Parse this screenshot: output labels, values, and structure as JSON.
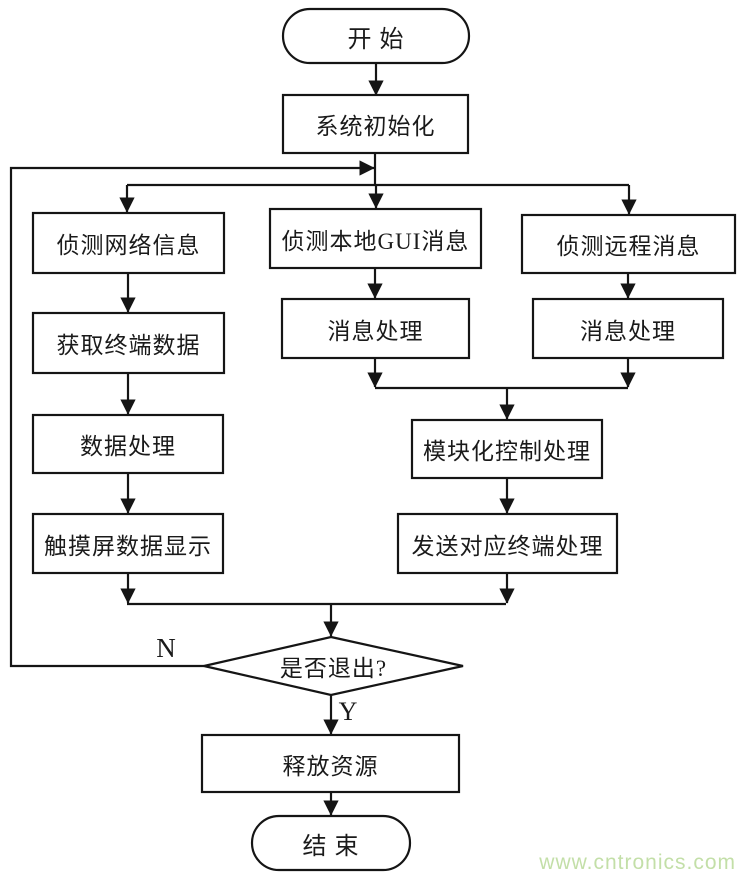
{
  "diagram": {
    "type": "flowchart",
    "colors": {
      "line": "#151515",
      "background": "#ffffff",
      "watermark_green": "#c3dfa8"
    },
    "nodes": {
      "start": {
        "shape": "terminator",
        "label": "开 始"
      },
      "init": {
        "shape": "process",
        "label": "系统初始化"
      },
      "detect_network": {
        "shape": "process",
        "label": "侦测网络信息"
      },
      "detect_gui": {
        "shape": "process",
        "label": "侦测本地GUI消息"
      },
      "detect_remote": {
        "shape": "process",
        "label": "侦测远程消息"
      },
      "get_terminal": {
        "shape": "process",
        "label": "获取终端数据"
      },
      "msg_proc_gui": {
        "shape": "process",
        "label": "消息处理"
      },
      "msg_proc_remote": {
        "shape": "process",
        "label": "消息处理"
      },
      "data_proc": {
        "shape": "process",
        "label": "数据处理"
      },
      "modular_ctrl": {
        "shape": "process",
        "label": "模块化控制处理"
      },
      "touch_display": {
        "shape": "process",
        "label": "触摸屏数据显示"
      },
      "send_terminal": {
        "shape": "process",
        "label": "发送对应终端处理"
      },
      "exit_decision": {
        "shape": "decision",
        "label": "是否退出?"
      },
      "release": {
        "shape": "process",
        "label": "释放资源"
      },
      "end": {
        "shape": "terminator",
        "label": "结 束"
      }
    },
    "edge_labels": {
      "no": "N",
      "yes": "Y"
    },
    "edges": [
      {
        "from": "start",
        "to": "init"
      },
      {
        "from": "init",
        "to": "detect_network"
      },
      {
        "from": "init",
        "to": "detect_gui"
      },
      {
        "from": "init",
        "to": "detect_remote"
      },
      {
        "from": "detect_network",
        "to": "get_terminal"
      },
      {
        "from": "get_terminal",
        "to": "data_proc"
      },
      {
        "from": "data_proc",
        "to": "touch_display"
      },
      {
        "from": "detect_gui",
        "to": "msg_proc_gui"
      },
      {
        "from": "detect_remote",
        "to": "msg_proc_remote"
      },
      {
        "from": "msg_proc_gui",
        "to": "modular_ctrl"
      },
      {
        "from": "msg_proc_remote",
        "to": "modular_ctrl"
      },
      {
        "from": "modular_ctrl",
        "to": "send_terminal"
      },
      {
        "from": "touch_display",
        "to": "exit_decision"
      },
      {
        "from": "send_terminal",
        "to": "exit_decision"
      },
      {
        "from": "exit_decision",
        "to": "release",
        "label": "Y"
      },
      {
        "from": "exit_decision",
        "to": "init_junction",
        "label": "N"
      },
      {
        "from": "release",
        "to": "end"
      }
    ]
  },
  "watermark": {
    "text": "www.cntronics.com"
  }
}
